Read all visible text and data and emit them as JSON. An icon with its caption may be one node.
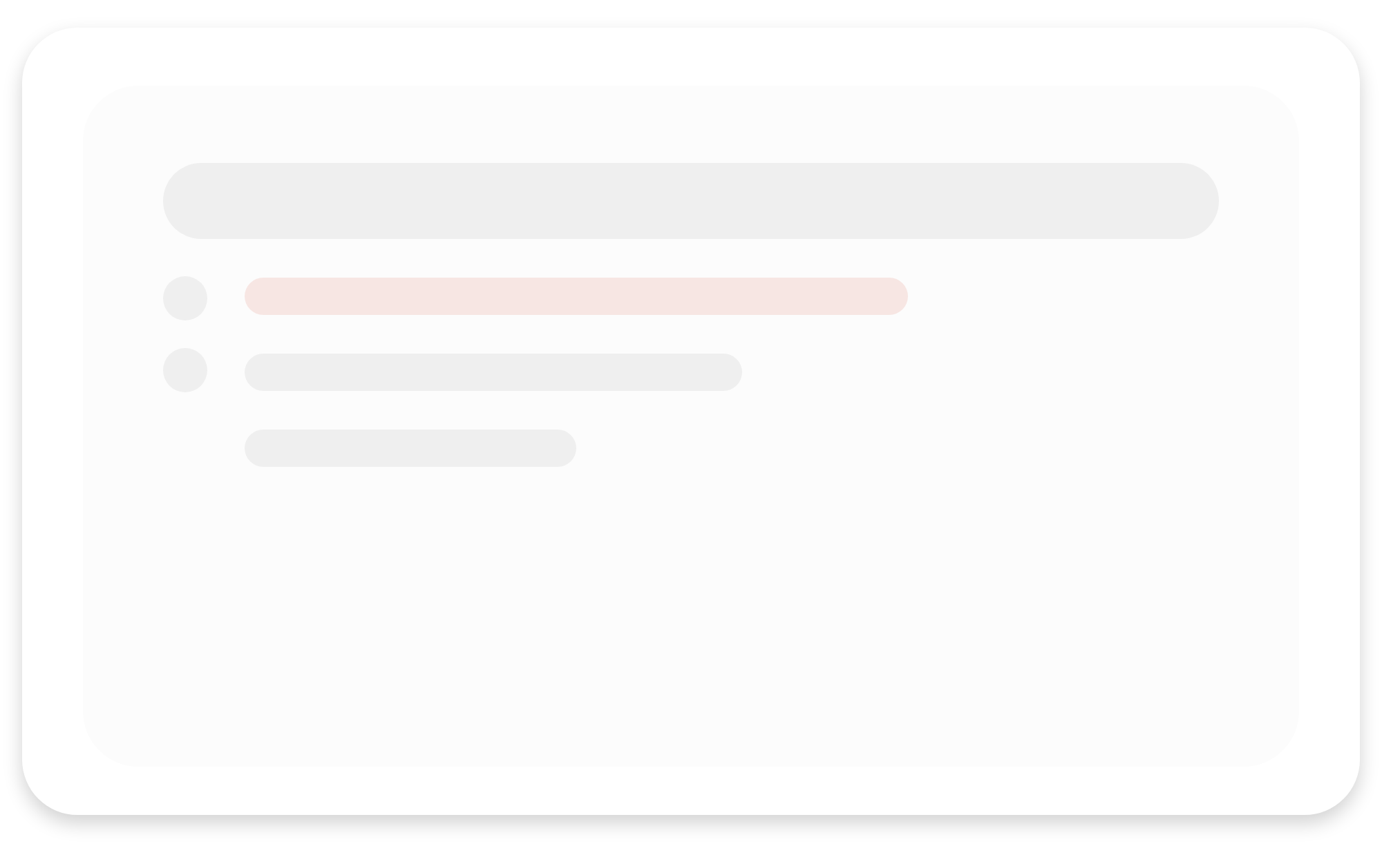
{
  "diagram": {
    "nodes": [
      {
        "text": [],
        "shape": "box"
      },
      {
        "text": [],
        "shape": "box",
        "in": 0
      },
      {
        "text": [],
        "shape": "bar",
        "in": 1
      },
      {
        "text": [],
        "shape": "circle",
        "in": 1
      },
      {
        "text": [],
        "shape": "bar",
        "in": 1
      },
      {
        "text": [],
        "shape": "circle",
        "in": 1
      },
      {
        "text": [],
        "shape": "bar",
        "in": 1
      },
      {
        "text": [],
        "shape": "bar",
        "in": 1
      }
    ]
  }
}
